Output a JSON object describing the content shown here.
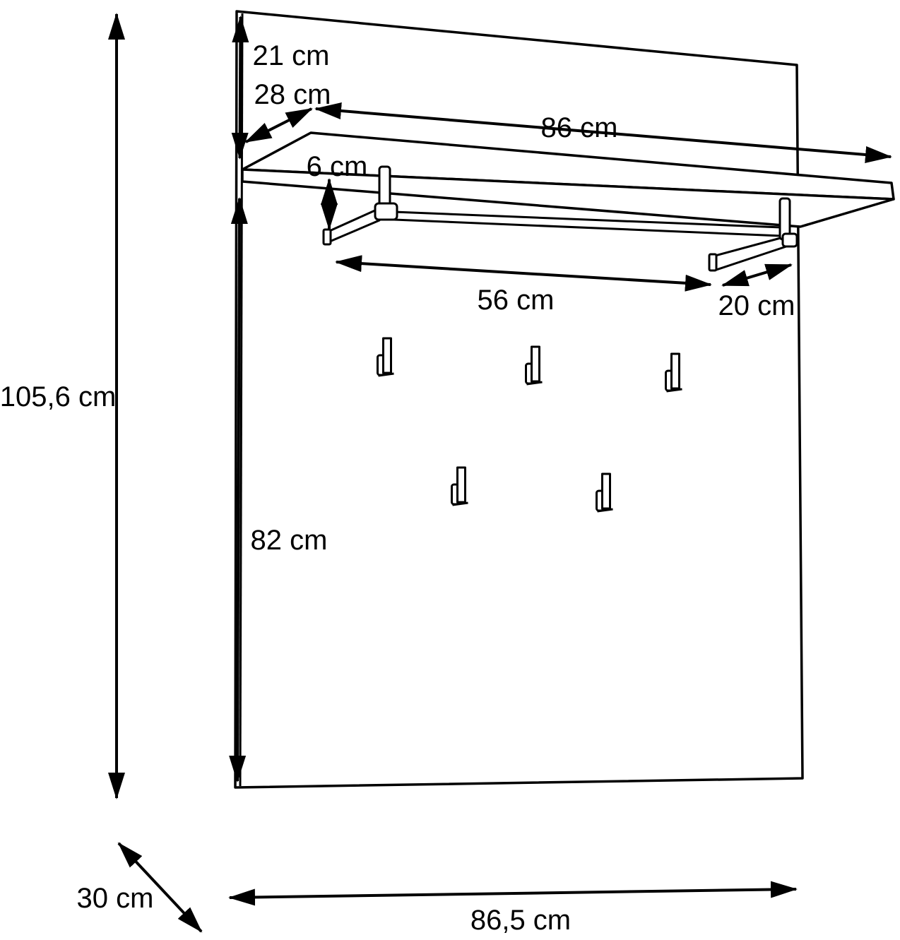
{
  "diagram": {
    "type": "furniture-dimension-drawing",
    "background_color": "#ffffff",
    "line_color": "#000000",
    "hooks_count": 5
  },
  "dimensions": {
    "total_height": "105,6 cm",
    "shelf_offset_top": "21 cm",
    "shelf_depth": "28 cm",
    "shelf_width": "86 cm",
    "rail_clearance": "6 cm",
    "rail_length": "56 cm",
    "rail_side_offset": "20 cm",
    "panel_height_below_shelf": "82 cm",
    "total_depth": "30 cm",
    "total_width": "86,5 cm"
  }
}
